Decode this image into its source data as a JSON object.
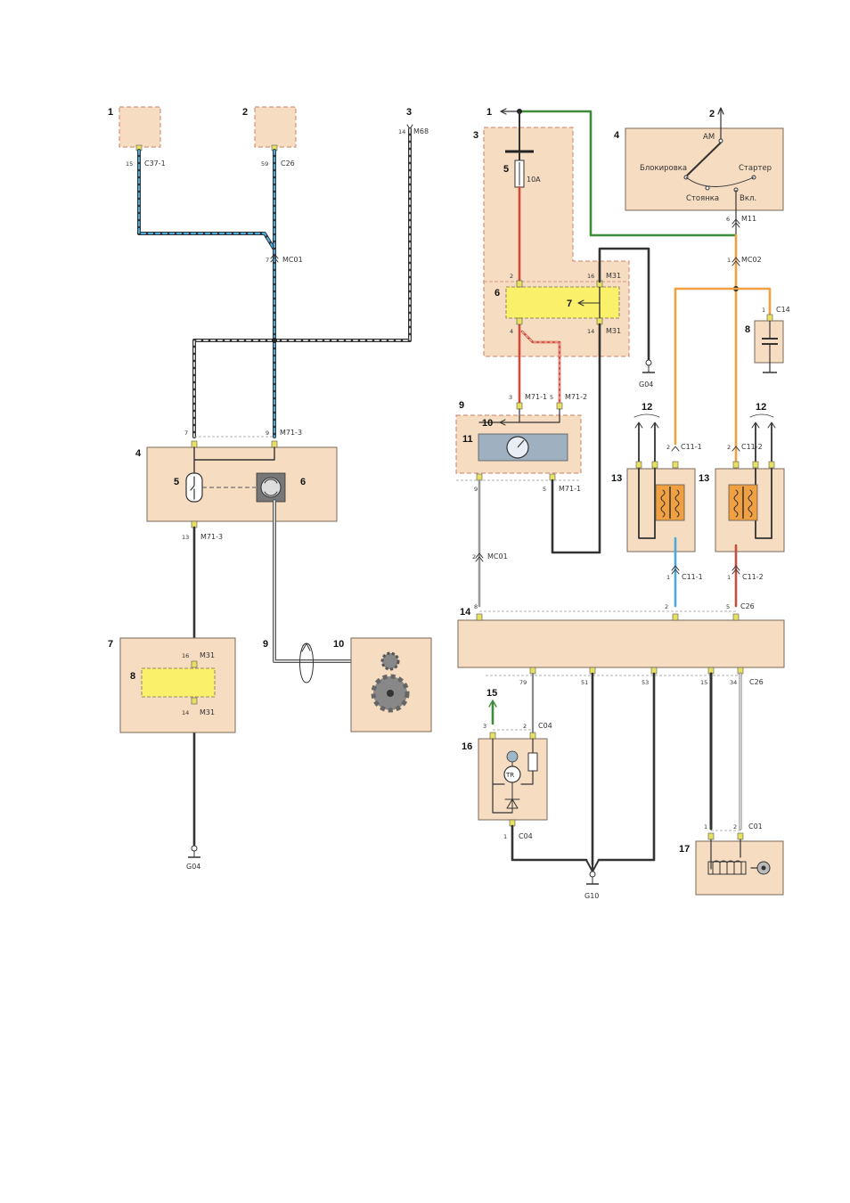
{
  "left": {
    "comp1": {
      "num": "1",
      "pin": "15",
      "conn": "C37-1"
    },
    "comp2": {
      "num": "2",
      "pin": "59",
      "conn": "C26"
    },
    "comp3": {
      "num": "3",
      "pin": "14",
      "conn": "M68"
    },
    "mc01": {
      "pin": "7",
      "conn": "MC01"
    },
    "comp4": {
      "num": "4",
      "pin_a": "7",
      "pin_b": "9",
      "conn_b": "M71-3",
      "pin_bottom": "13",
      "conn_bottom": "M71-3"
    },
    "comp5": {
      "num": "5"
    },
    "comp6": {
      "num": "6"
    },
    "comp7": {
      "num": "7",
      "pin_top": "16",
      "conn_top": "M31",
      "pin_bottom": "14",
      "conn_bottom": "M31"
    },
    "comp8": {
      "num": "8"
    },
    "comp9": {
      "num": "9"
    },
    "comp10": {
      "num": "10"
    },
    "ground": "G04"
  },
  "right": {
    "n1": "1",
    "n2": "2",
    "n3": "3",
    "n4": "4",
    "fuse": {
      "num": "5",
      "rating": "10A"
    },
    "comp6": {
      "num": "6",
      "pin_tl": "2",
      "pin_tr": "16",
      "conn_tr": "M31",
      "pin_bl": "4",
      "pin_br": "14",
      "conn_br": "M31"
    },
    "comp7": {
      "num": "7"
    },
    "switch": {
      "am": "AM",
      "block": "Блокировка",
      "starter": "Стартер",
      "park": "Стоянка",
      "on": "Вкл."
    },
    "m11": {
      "pin": "6",
      "conn": "M11"
    },
    "mc02": {
      "pin": "1",
      "conn": "MC02"
    },
    "cap8": {
      "num": "8",
      "pin": "1",
      "conn": "C14"
    },
    "ground_g04": "G04",
    "comp9": {
      "num": "9",
      "pin_a": "3",
      "conn_a": "M71-1",
      "pin_b": "5",
      "conn_b": "M71-2"
    },
    "comp10": {
      "num": "10"
    },
    "comp11": {
      "num": "11",
      "pin_bl": "9",
      "pin_br": "5",
      "conn_br": "M71-1"
    },
    "comp12a": {
      "num": "12"
    },
    "comp12b": {
      "num": "12"
    },
    "comp13a": {
      "num": "13",
      "pin_top": "2",
      "conn_top": "C11-1",
      "pin_bottom": "1",
      "conn_bottom": "C11-1"
    },
    "comp13b": {
      "num": "13",
      "pin_top": "2",
      "conn_top": "C11-2",
      "pin_bottom": "1",
      "conn_bottom": "C11-2"
    },
    "mc01": {
      "pin": "2",
      "conn": "MC01"
    },
    "comp14": {
      "num": "14",
      "pin_a": "8",
      "pin_b": "2",
      "pin_c": "5",
      "conn_c": "C26",
      "pin_d": "79",
      "pin_e": "51",
      "pin_f": "53",
      "pin_g": "15",
      "pin_h": "34",
      "conn_h": "C26"
    },
    "comp15": {
      "num": "15"
    },
    "comp16": {
      "num": "16",
      "pin_a": "3",
      "pin_b": "2",
      "conn_top": "C04",
      "pin_bottom": "1",
      "conn_bottom": "C04",
      "tr": "TR"
    },
    "comp17": {
      "num": "17",
      "pin_a": "1",
      "pin_b": "2",
      "conn": "C01"
    },
    "ground_g10": "G10"
  },
  "colors": {
    "blue": "#4aa8dc",
    "black": "#333333",
    "grey": "#9a9a9a",
    "red": "#d04a3a",
    "green": "#3e8c3a",
    "orange": "#f0a040",
    "box": "#f6dcc0",
    "highlight": "#fbf06a"
  }
}
